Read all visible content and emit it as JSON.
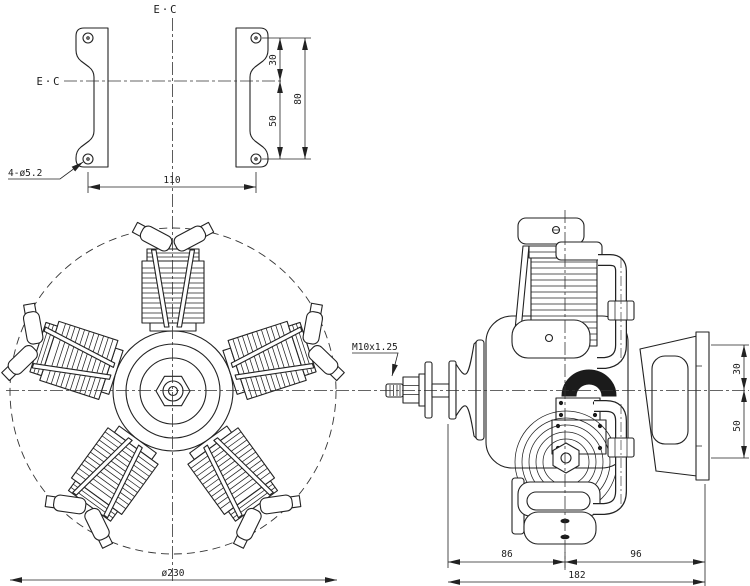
{
  "views": {
    "bracket_detail": {
      "label_top": "E·C",
      "label_left": "E·C",
      "hole_callout": "4-ø5.2",
      "dims": {
        "upper": "30",
        "lower": "50",
        "overall": "80",
        "width": "110"
      }
    },
    "front": {
      "dims": {
        "diameter": "ø230"
      }
    },
    "side": {
      "thread_callout": "M10x1.25",
      "dims": {
        "upper": "30",
        "lower": "50",
        "front": "86",
        "rear": "96",
        "overall": "182"
      }
    }
  }
}
